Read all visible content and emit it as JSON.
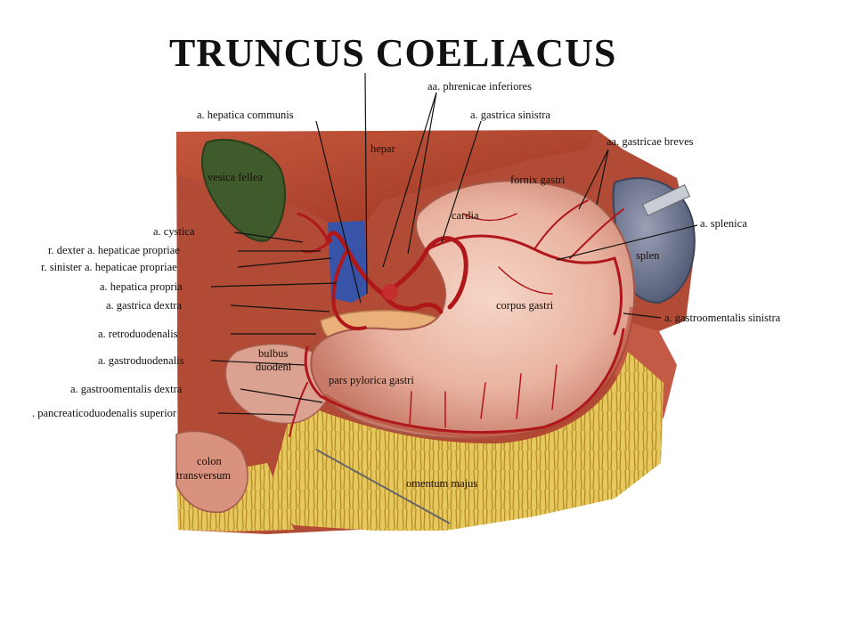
{
  "title": "TRUNCUS COELIACUS",
  "colors": {
    "background": "#ffffff",
    "liver": "#b8452d",
    "stomach": "#e8b2a0",
    "artery": "#b0171b",
    "omentum": "#d8b43c",
    "spleen": "#6d7690",
    "vein": "#3754a8",
    "gallbladder": "#3c5a2c"
  },
  "labels": {
    "hepatica_communis": "a. hepatica communis",
    "phrenicae_inferiores": "aa. phrenicae inferiores",
    "gastrica_sinistra": "a. gastrica sinistra",
    "hepar": "hepar",
    "gastricae_breves": "aa. gastricae breves",
    "vesica_fellea": "vesica fellea",
    "fornix_gastri": "fornix gastri",
    "cardia": "cardia",
    "splenica": "a. splenica",
    "cystica": "a. cystica",
    "dexter_hepaticae": "r. dexter a. hepaticae propriae",
    "sinister_hepaticae": "r. sinister a. hepaticae propriae",
    "splen": "splen",
    "hepatica_propria": "a. hepatica propria",
    "gastrica_dextra": "a. gastrica dextra",
    "corpus_gastri": "corpus gastri",
    "gastroomentalis_sinistra": "a. gastroomentalis sinistra",
    "retroduodenalis": "a. retroduodenalis",
    "bulbus": "bulbus",
    "duodeni": "duodeni",
    "gastroduodenalis": "a. gastroduodenalis",
    "pars_pylorica": "pars pylorica gastri",
    "gastroomentalis_dextra": "a. gastroomentalis dextra",
    "pancreaticoduodenalis": ". pancreaticoduodenalis superior",
    "colon": "colon",
    "transversum": "transversum",
    "omentum_majus": "omentum majus"
  }
}
